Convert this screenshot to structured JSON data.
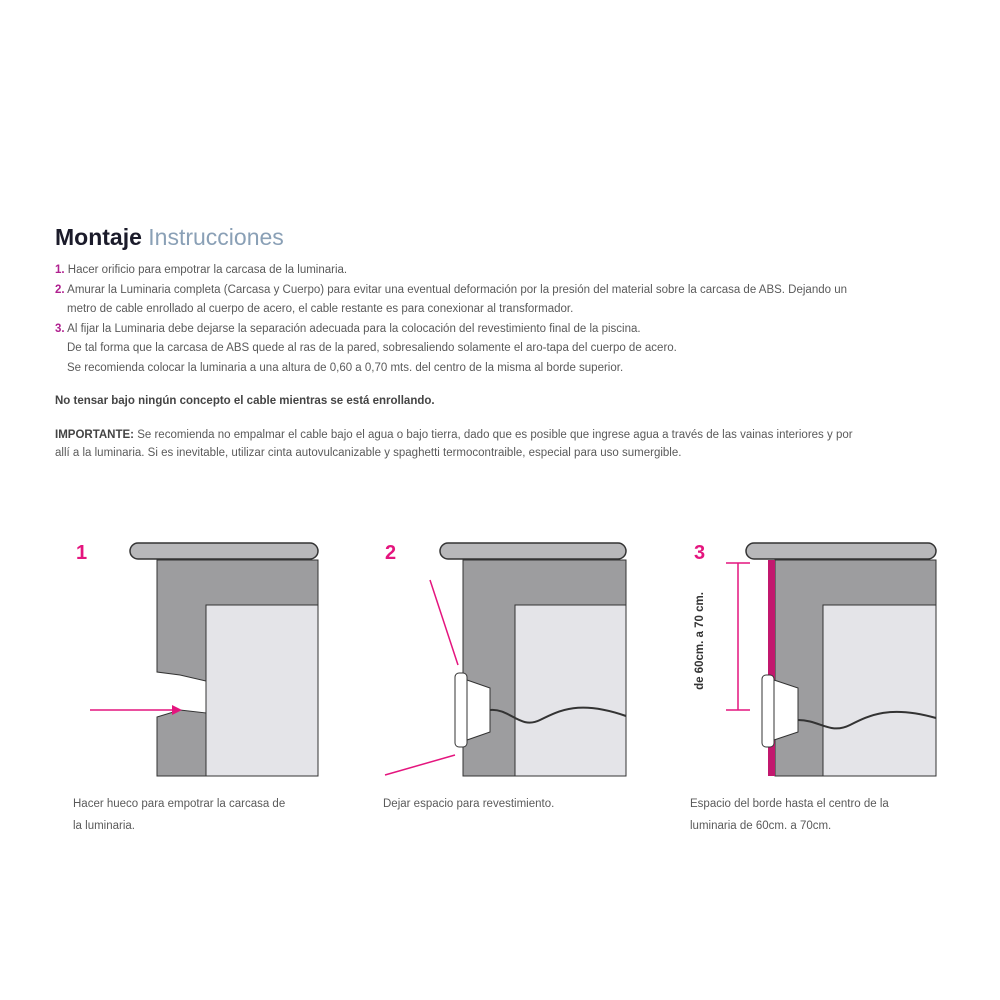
{
  "title": {
    "bold": "Montaje",
    "light": "Instrucciones"
  },
  "steps": [
    {
      "num": "1.",
      "lines": [
        "Hacer orificio para empotrar la carcasa de la luminaria."
      ]
    },
    {
      "num": "2.",
      "lines": [
        "Amurar la Luminaria completa (Carcasa y Cuerpo) para evitar una eventual deformación por la presión del material sobre la carcasa de ABS. Dejando un",
        "metro de cable enrollado al cuerpo de acero, el cable restante es para conexionar al transformador."
      ]
    },
    {
      "num": "3.",
      "lines": [
        "Al fijar la Luminaria debe dejarse la separación adecuada para la colocación del revestimiento final de la piscina.",
        "De tal forma que la carcasa de ABS quede al ras de la pared, sobresaliendo solamente el aro-tapa del cuerpo de acero.",
        "Se recomienda colocar la luminaria a una altura de 0,60 a 0,70 mts. del centro de la misma al borde superior."
      ]
    }
  ],
  "warning": "No tensar bajo ningún concepto el cable mientras se está enrollando.",
  "important": {
    "label": "IMPORTANTE:",
    "lines": [
      " Se recomienda no empalmar el cable bajo el agua o bajo tierra, dado que es posible que ingrese agua a través de las vainas interiores y por",
      "allí a la luminaria. Si es inevitable, utilizar cinta autovulcanizable y spaghetti termocontraible, especial para uso sumergible."
    ]
  },
  "figures": [
    {
      "num": "1",
      "caption": [
        "Hacer hueco para empotrar la carcasa de",
        "la luminaria."
      ]
    },
    {
      "num": "2",
      "caption": [
        "Dejar espacio para revestimiento."
      ]
    },
    {
      "num": "3",
      "caption": [
        "Espacio del borde hasta el centro de la",
        "luminaria de 60cm. a 70cm."
      ],
      "dimension_label": "de 60cm. a 70 cm."
    }
  ],
  "colors": {
    "accent": "#e4157e",
    "wall": "#9d9d9f",
    "water": "#e4e4e8",
    "number": "#b0208f"
  }
}
